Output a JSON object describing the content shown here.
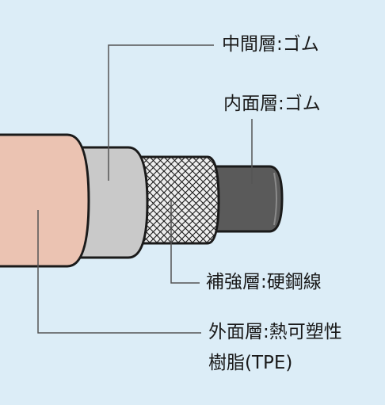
{
  "colors": {
    "background": "#dcedf7",
    "outer_layer": "#ebc3b2",
    "middle_layer": "#c9c9c9",
    "reinforcement_layer": "#eeeeee",
    "inner_layer": "#5a5a5a",
    "outline": "#1a1a1a",
    "leader_line": "#555555"
  },
  "labels": {
    "middle": "中間層:ゴム",
    "inner": "内面層:ゴム",
    "reinforcement": "補強層:硬鋼線",
    "outer_line1": "外面層:熱可塑性",
    "outer_line2": "樹脂(TPE)"
  }
}
